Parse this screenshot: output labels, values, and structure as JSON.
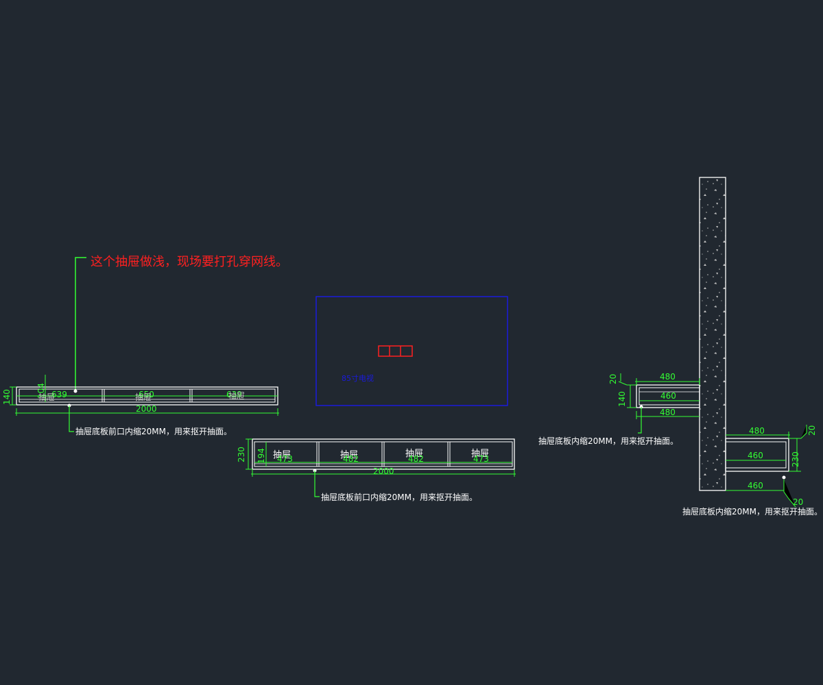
{
  "annotations": {
    "red_note": "这个抽屉做浅，现场要打孔穿网线。",
    "note_left": "抽屉底板前口内缩20MM，用来抠开抽面。",
    "note_mid": "抽屉底板前口内缩20MM，用来抠开抽面。",
    "note_right1": "抽屉底板内缩20MM，用来抠开抽面。",
    "note_right2": "抽屉底板内缩20MM，用来抠开抽面。",
    "tv_label": "85寸电视"
  },
  "left_unit": {
    "height": "140",
    "inner_height": "104",
    "total": "2000",
    "drawers": [
      {
        "width": "639",
        "label": "抽屉"
      },
      {
        "width": "650",
        "label": "抽屉"
      },
      {
        "width": "639",
        "label": "抽屉"
      }
    ]
  },
  "mid_unit": {
    "height": "230",
    "inner_height": "194",
    "total": "2000",
    "drawers": [
      {
        "width": "473",
        "label": "抽屉"
      },
      {
        "width": "482",
        "label": "抽屉"
      },
      {
        "width": "482",
        "label": "抽屉"
      },
      {
        "width": "473",
        "label": "抽屉"
      }
    ]
  },
  "section_upper": {
    "top": "480",
    "mid": "460",
    "bottom": "480",
    "height": "140",
    "gap": "20"
  },
  "section_lower": {
    "top": "480",
    "mid": "460",
    "bottom": "460",
    "height": "230",
    "gap_top": "20",
    "gap_bottom": "20"
  },
  "colors": {
    "background": "#212830",
    "dimension": "#33ff33",
    "outline": "#ffffff",
    "note_red": "#ff2020",
    "tv_blue": "#1a1adc"
  }
}
